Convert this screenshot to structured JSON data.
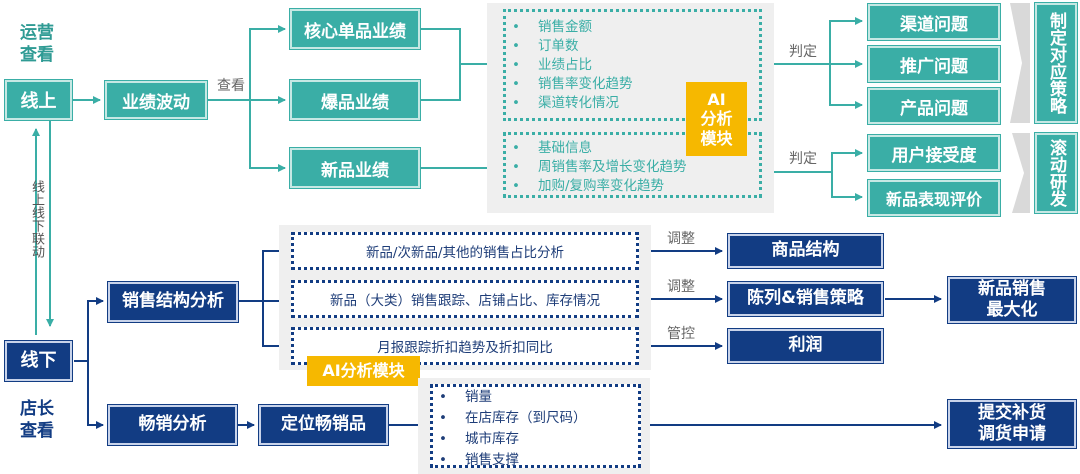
{
  "roles": {
    "online_viewer": "运营\n查看",
    "offline_viewer": "店长\n查看",
    "link_label": "线上线下联动"
  },
  "nodes": {
    "online": "线上",
    "offline": "线下",
    "performance_fluctuation": "业绩波动",
    "core_single": "核心单品业绩",
    "hot_item": "爆品业绩",
    "new_item": "新品业绩",
    "sales_structure": "销售结构分析",
    "bestseller_analysis": "畅销分析",
    "locate_bestseller": "定位畅销品"
  },
  "edge_labels": {
    "view": "查看",
    "judge_1": "判定",
    "judge_2": "判定",
    "adjust_1": "调整",
    "adjust_2": "调整",
    "control": "管控"
  },
  "metrics_group_1": [
    "销售金额",
    "订单数",
    "业绩占比",
    "销售率变化趋势",
    "渠道转化情况"
  ],
  "metrics_group_2": [
    "基础信息",
    "周销售率及增长变化趋势",
    "加购/复购率变化趋势"
  ],
  "ai_module_top": "AI\n分析\n模块",
  "ai_module_bottom": "AI分析模块",
  "problems": {
    "channel": "渠道问题",
    "promotion": "推广问题",
    "product": "产品问题",
    "user_acceptance": "用户接受度",
    "new_item_eval": "新品表现评价"
  },
  "strategies": {
    "make_strategy": "制定对应策略",
    "rolling_rd": "滚动研发"
  },
  "structure_rows": [
    "新品/次新品/其他的销售占比分析",
    "新品（大类）销售跟踪、店铺占比、库存情况",
    "月报跟踪折扣趋势及折扣同比"
  ],
  "bestseller_metrics": [
    "销量",
    "在店库存（到尺码）",
    "城市库存",
    "销售支撑"
  ],
  "outcomes": {
    "product_structure": "商品结构",
    "display_sales": "陈列&销售策略",
    "profit": "利润",
    "new_item_max": "新品销售\n最大化",
    "submit_restock": "提交补货\n调货申请"
  },
  "colors": {
    "teal": "#3aaea6",
    "navy": "#123c83",
    "gold": "#f6b800",
    "panel": "#efefef"
  }
}
